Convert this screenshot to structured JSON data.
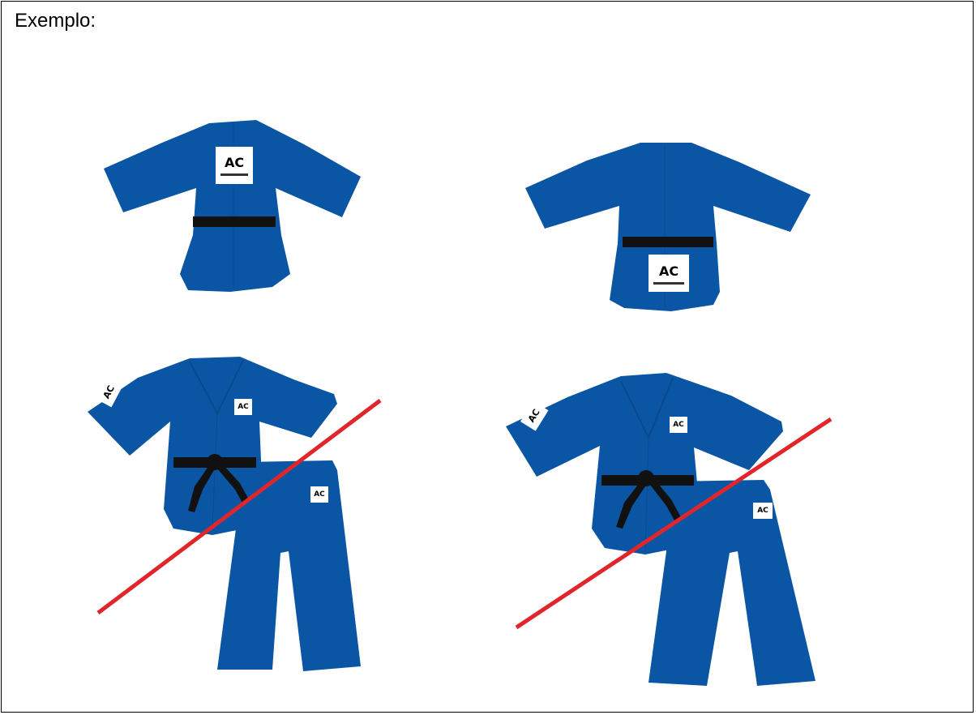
{
  "heading": "Exemplo:",
  "badge_text": "AC",
  "colors": {
    "gi_blue": "#0b56a4",
    "belt": "#111111",
    "strike": "#e0262b",
    "badge_bg": "#ffffff"
  },
  "figures": [
    {
      "view": "jacket-back",
      "badge": "upper-back",
      "crossed_out": false
    },
    {
      "view": "jacket-back",
      "badge": "lower-back",
      "crossed_out": false
    },
    {
      "view": "jacket-front-with-pants",
      "badge": "sleeve-chest-pants",
      "crossed_out": true
    },
    {
      "view": "jacket-front-with-pants",
      "badge": "sleeve-chest-pants",
      "crossed_out": true
    }
  ]
}
